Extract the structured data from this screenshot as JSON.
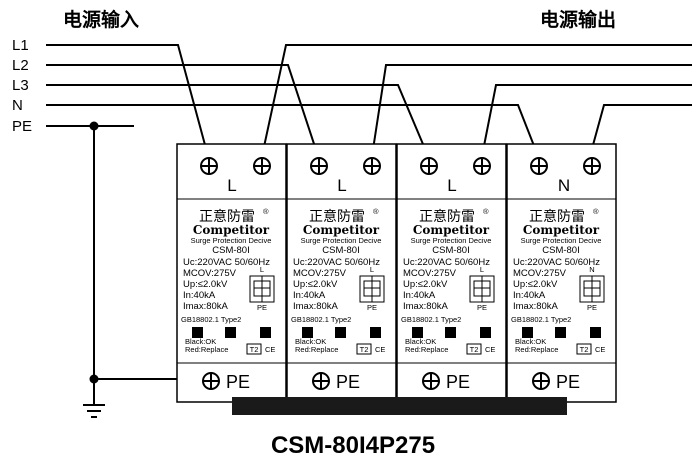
{
  "header": {
    "input_label": "电源输入",
    "output_label": "电源输出"
  },
  "lines": [
    "L1",
    "L2",
    "L3",
    "N",
    "PE"
  ],
  "modules": [
    {
      "terminal_label": "L",
      "indicator_top": "L",
      "indicator_bottom": "PE"
    },
    {
      "terminal_label": "L",
      "indicator_top": "L",
      "indicator_bottom": "PE"
    },
    {
      "terminal_label": "L",
      "indicator_top": "L",
      "indicator_bottom": "PE"
    },
    {
      "terminal_label": "N",
      "indicator_top": "N",
      "indicator_bottom": "PE"
    }
  ],
  "module_text": {
    "brand_cn": "正意防雷",
    "registered": "®",
    "brand_en": "Competitor",
    "subtitle": "Surge Protection Decive",
    "model": "CSM-80I",
    "spec_uc": "Uc:220VAC 50/60Hz",
    "spec_mcov": "MCOV:275V",
    "spec_up": "Up:≤2.0kV",
    "spec_in": "In:40kA",
    "spec_imax": "Imax:80kA",
    "standard": "GB18802.1 Type2",
    "status_ok": "Black:OK",
    "status_replace": "Red:Replace",
    "class_badge": "T2",
    "ce_mark": "CE",
    "pe_terminal_label": "PE"
  },
  "product_title": "CSM-80I4P275"
}
